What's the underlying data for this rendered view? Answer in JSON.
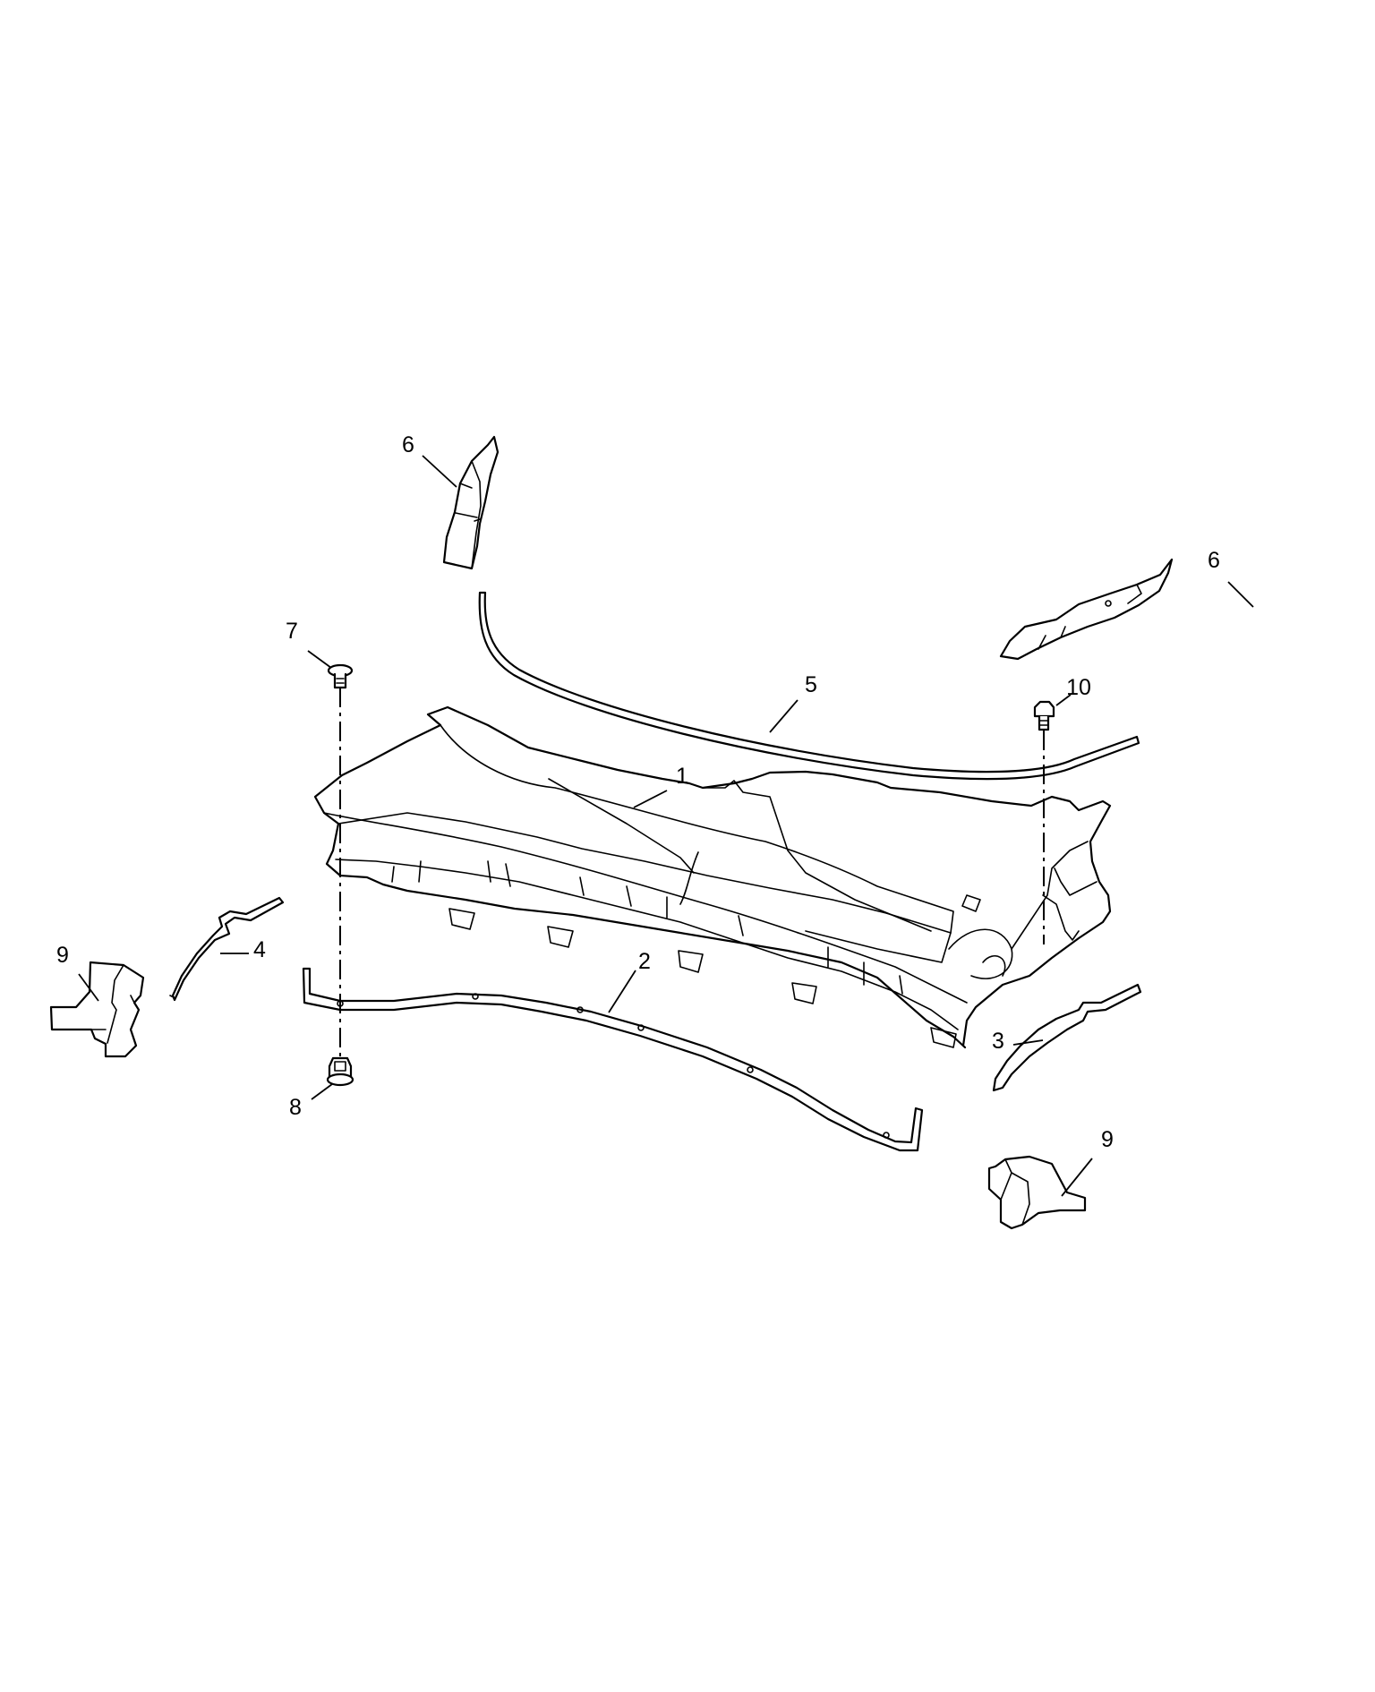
{
  "diagram": {
    "callouts": [
      {
        "id": "c1",
        "label": "1",
        "part": "cowl-panel"
      },
      {
        "id": "c2",
        "label": "2",
        "part": "lower-seal"
      },
      {
        "id": "c3",
        "label": "3",
        "part": "right-side-seal"
      },
      {
        "id": "c4",
        "label": "4",
        "part": "left-side-seal"
      },
      {
        "id": "c5",
        "label": "5",
        "part": "windshield-seal"
      },
      {
        "id": "c6a",
        "label": "6",
        "part": "left-end-cap"
      },
      {
        "id": "c6b",
        "label": "6",
        "part": "right-end-cap"
      },
      {
        "id": "c7",
        "label": "7",
        "part": "push-pin-fastener"
      },
      {
        "id": "c8",
        "label": "8",
        "part": "clip-nut"
      },
      {
        "id": "c9a",
        "label": "9",
        "part": "left-bracket"
      },
      {
        "id": "c9b",
        "label": "9",
        "part": "right-bracket"
      },
      {
        "id": "c10",
        "label": "10",
        "part": "bolt"
      }
    ]
  }
}
